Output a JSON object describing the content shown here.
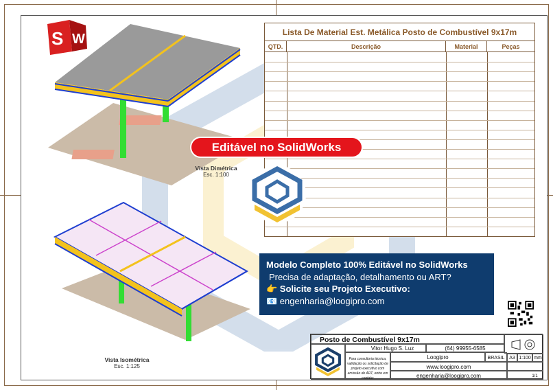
{
  "material_list": {
    "title": "Lista De Material Est. Metálica Posto de Combustível 9x17m",
    "columns": [
      "QTD.",
      "Descrição",
      "Material",
      "Peças"
    ],
    "empty_rows": 19
  },
  "views": {
    "dimetric": {
      "name": "Vista Dimétrica",
      "scale": "Esc. 1:100"
    },
    "isometric": {
      "name": "Vista Isométrica",
      "scale": "Esc. 1:125"
    }
  },
  "badge": "Editável no SolidWorks",
  "promo": {
    "line1": "Modelo Completo 100% Editável no SolidWorks",
    "line2": "Precisa de adaptação, detalhamento ou ART?",
    "line3": "👉 Solicite seu Projeto Executivo:",
    "line4": "📧 engenharia@loogipro.com"
  },
  "title_block": {
    "title": "Posto de Combustível 9x17m",
    "designer": "Vitor Hugo S. Luz",
    "phone": "(64) 99955-6585",
    "company": "Loogipro",
    "country": "BRASIL",
    "sheet_size": "A3",
    "scale": "1:100",
    "unit": "mm",
    "website": "www.loogipro.com",
    "email": "engenharia@loogipro.com",
    "sheet": "1/1",
    "note": "Para consultoria técnica, validação ou solicitação de projeto executivo com emissão de ART, entre em contato:"
  },
  "colors": {
    "frame": "#8a6a4a",
    "badge": "#e4151c",
    "promo_bg": "#0f3c6e",
    "beam_blue": "#1f3fd0",
    "brace_yellow": "#f3c21d",
    "column_green": "#33dd33",
    "roof_gray": "#9a9a9a",
    "ground": "#cbbba8"
  }
}
